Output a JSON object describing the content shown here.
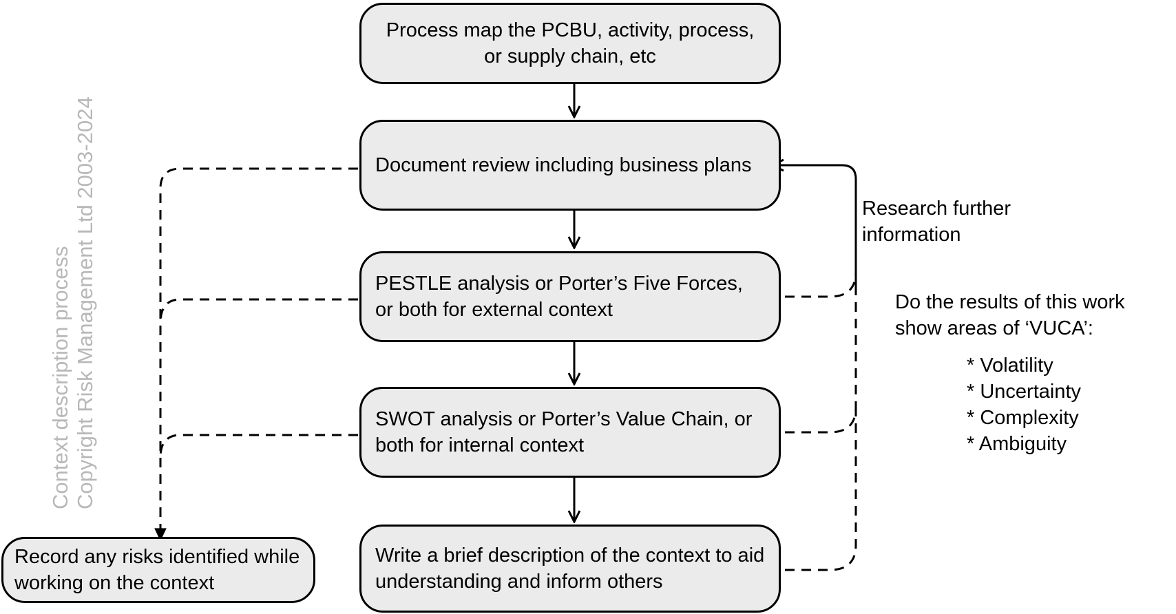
{
  "boxes": {
    "process_map": "Process map the PCBU, activity, process, or supply chain, etc",
    "document_review": "Document review including business plans",
    "pestle": "PESTLE analysis or Porter’s Five Forces, or both for external context",
    "swot": "SWOT analysis or Porter’s Value Chain, or both for internal  context",
    "write_description": "Write a brief description of the context to aid understanding and inform others",
    "record_risks": "Record any risks identified while working on the context"
  },
  "feedback_label": "Research further information",
  "vuca": {
    "question": "Do the results of this work show areas of ‘VUCA’:",
    "items": [
      "* Volatility",
      "* Uncertainty",
      "* Complexity",
      "* Ambiguity"
    ]
  },
  "watermark": {
    "line1": "Context description process",
    "line2": "Copyright Risk Management Ltd 2003-2024"
  }
}
